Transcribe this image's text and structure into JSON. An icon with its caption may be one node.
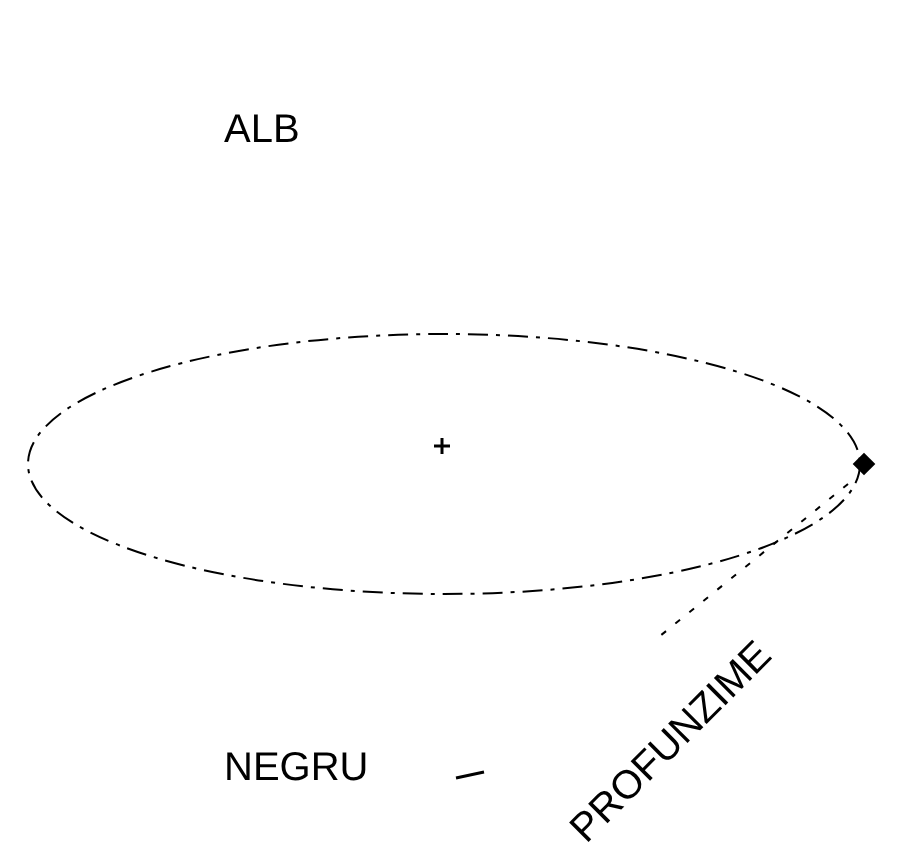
{
  "diagram": {
    "labels": [
      "ALB",
      "PROFUNZIME",
      "NEGRU"
    ]
  }
}
